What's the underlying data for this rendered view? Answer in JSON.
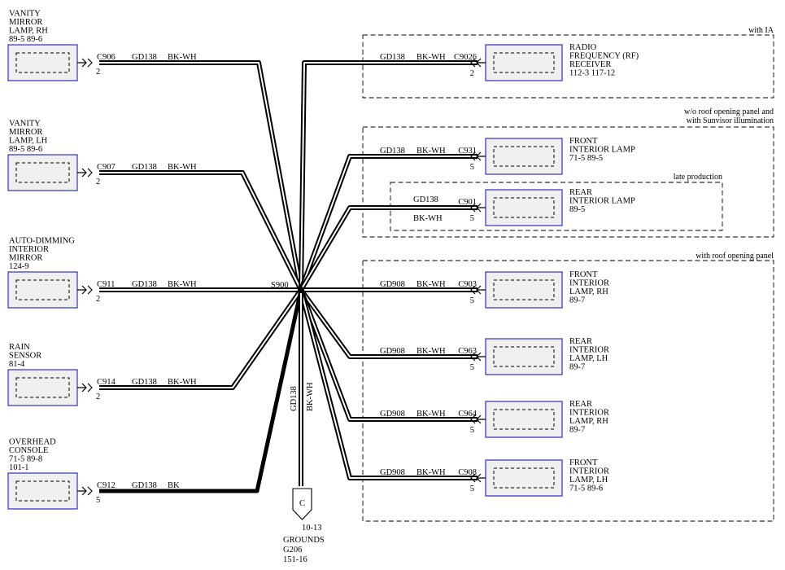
{
  "splice": "S900",
  "ground": {
    "connector_letter": "C",
    "ref": "10-13",
    "title": "GROUNDS",
    "name": "G206",
    "page": "151-16",
    "circuit": "GD138",
    "color": "BK-WH"
  },
  "groups": {
    "ia": "with IA",
    "sunvisor_line1": "w/o roof opening panel and",
    "sunvisor_line2": "with Sunvisor illumination",
    "late": "late production",
    "roof": "with roof opening panel"
  },
  "left": [
    {
      "name_lines": [
        "VANITY",
        "MIRROR",
        "LAMP, RH",
        "89-5    89-6"
      ],
      "connector": "C906",
      "pin": "2",
      "circuit": "GD138",
      "color": "BK-WH"
    },
    {
      "name_lines": [
        "VANITY",
        "MIRROR",
        "LAMP, LH",
        "89-5    89-6"
      ],
      "connector": "C907",
      "pin": "2",
      "circuit": "GD138",
      "color": "BK-WH"
    },
    {
      "name_lines": [
        "AUTO-DIMMING",
        "INTERIOR",
        "MIRROR",
        "124-9"
      ],
      "connector": "C911",
      "pin": "2",
      "circuit": "GD138",
      "color": "BK-WH"
    },
    {
      "name_lines": [
        "RAIN",
        "SENSOR",
        "81-4"
      ],
      "connector": "C914",
      "pin": "2",
      "circuit": "GD138",
      "color": "BK-WH"
    },
    {
      "name_lines": [
        "OVERHEAD",
        "CONSOLE",
        "71-5    89-8",
        "101-1"
      ],
      "connector": "C912",
      "pin": "5",
      "circuit": "GD138",
      "color": "BK"
    }
  ],
  "right": [
    {
      "name_lines": [
        "RADIO",
        "FREQUENCY (RF)",
        "RECEIVER",
        "112-3    117-12"
      ],
      "connector": "C9026",
      "pin": "2",
      "circuit": "GD138",
      "color": "BK-WH"
    },
    {
      "name_lines": [
        "FRONT",
        "INTERIOR LAMP",
        "71-5    89-5"
      ],
      "connector": "C931",
      "pin": "5",
      "circuit": "GD138",
      "color": "BK-WH"
    },
    {
      "name_lines": [
        "REAR",
        "INTERIOR LAMP",
        "89-5"
      ],
      "connector": "C901",
      "pin": "5",
      "circuit": "GD138",
      "color": "BK-WH"
    },
    {
      "name_lines": [
        "FRONT",
        "INTERIOR",
        "LAMP, RH",
        "89-7"
      ],
      "connector": "C903",
      "pin": "5",
      "circuit": "GD908",
      "color": "BK-WH"
    },
    {
      "name_lines": [
        "REAR",
        "INTERIOR",
        "LAMP, LH",
        "89-7"
      ],
      "connector": "C963",
      "pin": "5",
      "circuit": "GD908",
      "color": "BK-WH"
    },
    {
      "name_lines": [
        "REAR",
        "INTERIOR",
        "LAMP, RH",
        "89-7"
      ],
      "connector": "C964",
      "pin": "5",
      "circuit": "GD908",
      "color": "BK-WH"
    },
    {
      "name_lines": [
        "FRONT",
        "INTERIOR",
        "LAMP, LH",
        "71-5    89-6"
      ],
      "connector": "C908",
      "pin": "5",
      "circuit": "GD908",
      "color": "BK-WH"
    }
  ],
  "colors": {
    "component_border": "#3f3fc8",
    "component_fill": "#efefef",
    "wire": "#000000"
  }
}
